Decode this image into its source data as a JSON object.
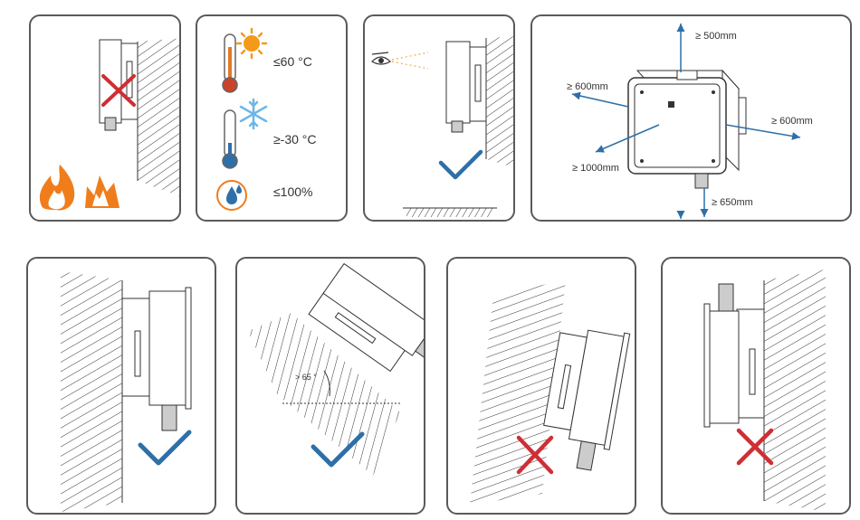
{
  "environment": {
    "max_temperature": "≤60 °C",
    "min_temperature": "≥-30 °C",
    "max_humidity": "≤100%"
  },
  "clearances": {
    "top": "≥ 500mm",
    "left": "≥ 600mm",
    "right": "≥ 600mm",
    "front": "≥ 1000mm",
    "bottom": "≥ 650mm"
  },
  "tilt": {
    "angle_label": "> 65 °"
  },
  "colors": {
    "check": "#2e6fa8",
    "cross": "#cf2e35",
    "flame": "#f07d1c",
    "sun": "#f39a1a",
    "snow": "#6bb7e6",
    "arrow": "#2e6fa8",
    "border": "#5a5a5a"
  },
  "icons": [
    "fire-icon",
    "thermometer-hot-icon",
    "sun-icon",
    "thermometer-cold-icon",
    "snowflake-icon",
    "humidity-icon",
    "eye-icon",
    "check-icon",
    "cross-icon"
  ]
}
